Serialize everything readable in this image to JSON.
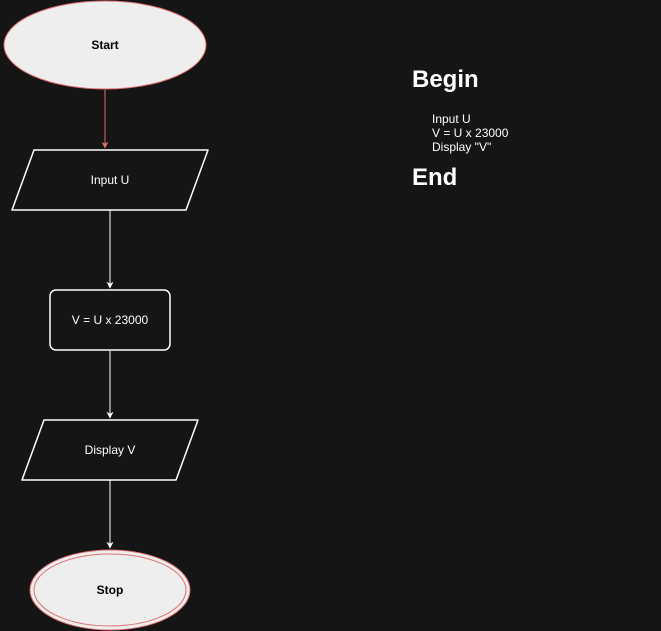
{
  "flowchart": {
    "nodes": [
      {
        "id": "start",
        "label": "Start",
        "shape": "ellipse",
        "fill": "#eeeeee",
        "stroke": "#e07070",
        "text_color": "#000000",
        "bold": true
      },
      {
        "id": "input",
        "label": "Input U",
        "shape": "parallelogram",
        "fill": "#151515",
        "stroke": "#ffffff",
        "text_color": "#ffffff",
        "bold": false
      },
      {
        "id": "process",
        "label": "V = U x 23000",
        "shape": "rounded-rect",
        "fill": "#151515",
        "stroke": "#ffffff",
        "text_color": "#ffffff",
        "bold": false
      },
      {
        "id": "display",
        "label": "Display V",
        "shape": "parallelogram",
        "fill": "#151515",
        "stroke": "#ffffff",
        "text_color": "#ffffff",
        "bold": false
      },
      {
        "id": "stop",
        "label": "Stop",
        "shape": "double-ellipse",
        "fill": "#eeeeee",
        "stroke": "#e07070",
        "text_color": "#000000",
        "bold": true
      }
    ],
    "edges": [
      {
        "from": "start",
        "to": "input",
        "color": "#e07070"
      },
      {
        "from": "input",
        "to": "process",
        "color": "#ffffff"
      },
      {
        "from": "process",
        "to": "display",
        "color": "#ffffff"
      },
      {
        "from": "display",
        "to": "stop",
        "color": "#ffffff"
      }
    ]
  },
  "pseudocode": {
    "begin": "Begin",
    "lines": [
      "Input U",
      "V = U x 23000",
      "Display \"V\""
    ],
    "end": "End"
  },
  "colors": {
    "background": "#151515",
    "text": "#ffffff",
    "accent": "#e07070"
  }
}
